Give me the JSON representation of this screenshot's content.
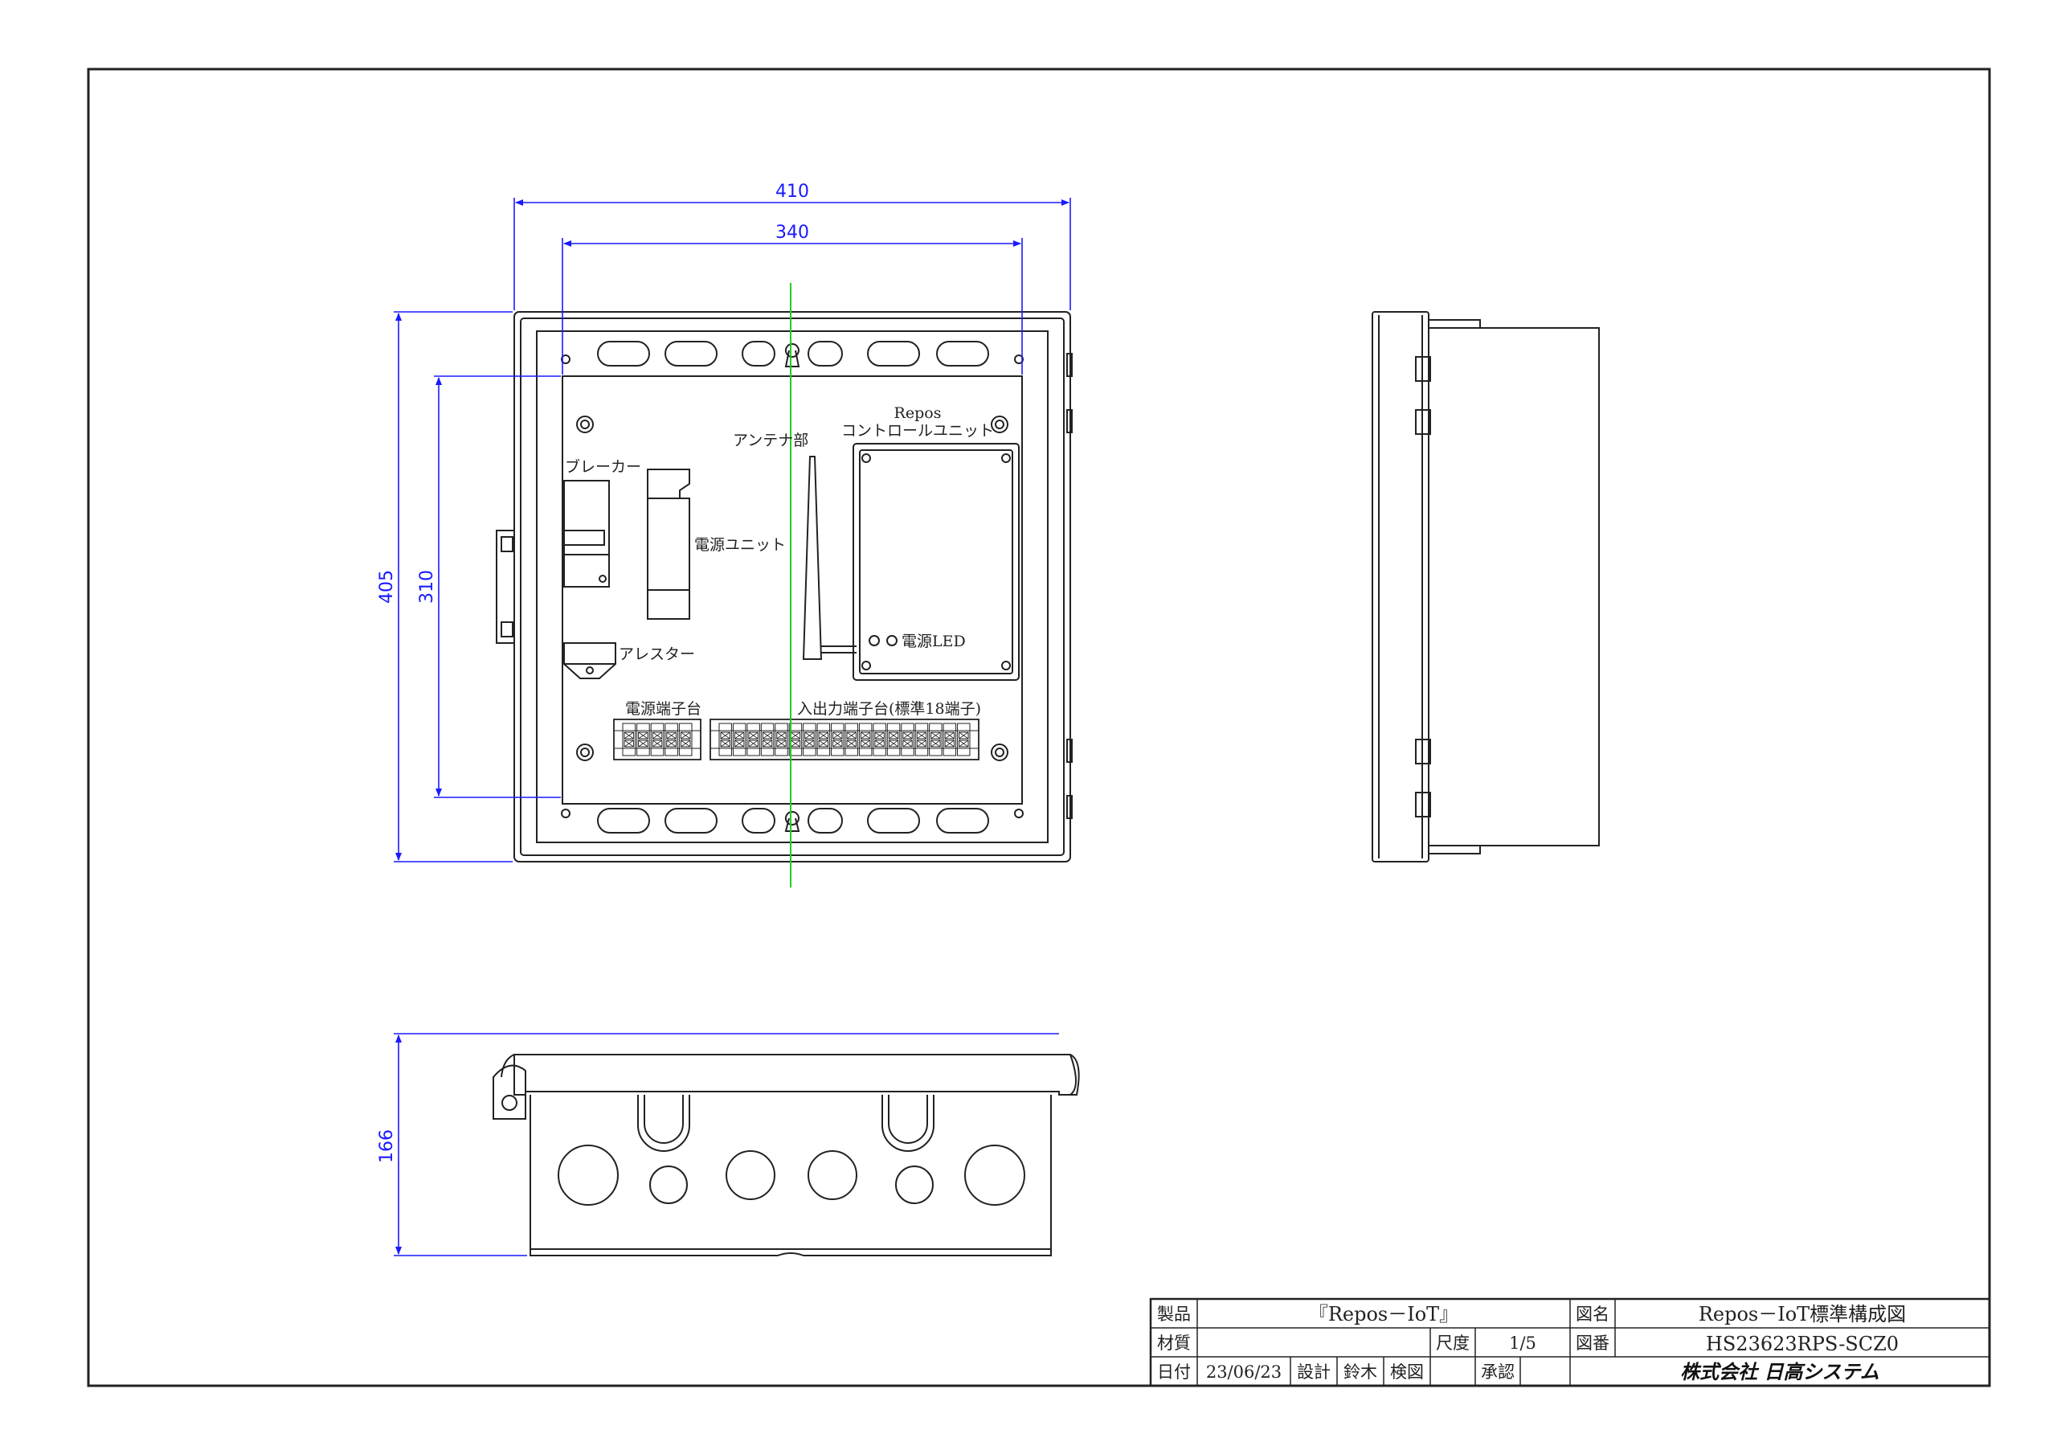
{
  "dimensions": {
    "outer_width": "410",
    "inner_width": "340",
    "outer_height": "405",
    "inner_height": "310",
    "depth": "166"
  },
  "labels": {
    "breaker": "ブレーカー",
    "power_unit": "電源ユニット",
    "arrester": "アレスター",
    "antenna": "アンテナ部",
    "control_unit_line1": "Repos",
    "control_unit_line2": "コントロールユニット",
    "power_led": "電源LED",
    "power_terminal": "電源端子台",
    "io_terminal": "入出力端子台(標準18端子)"
  },
  "title_block": {
    "product_label": "製品",
    "product_value": "『Repos－IoT』",
    "material_label": "材質",
    "material_value": "",
    "scale_label": "尺度",
    "scale_value": "1/5",
    "date_label": "日付",
    "date_value": "23/06/23",
    "design_label": "設計",
    "designer": "鈴木",
    "check_label": "検図",
    "checker": "",
    "approve_label": "承認",
    "approver": "",
    "drawing_name_label": "図名",
    "drawing_name": "Repos－IoT標準構成図",
    "drawing_no_label": "図番",
    "drawing_no": "HS23623RPS-SCZ0",
    "company": "株式会社 日高システム"
  },
  "colors": {
    "line": "#222222",
    "dimension": "#1a1aff",
    "centerline": "#22cc22"
  }
}
